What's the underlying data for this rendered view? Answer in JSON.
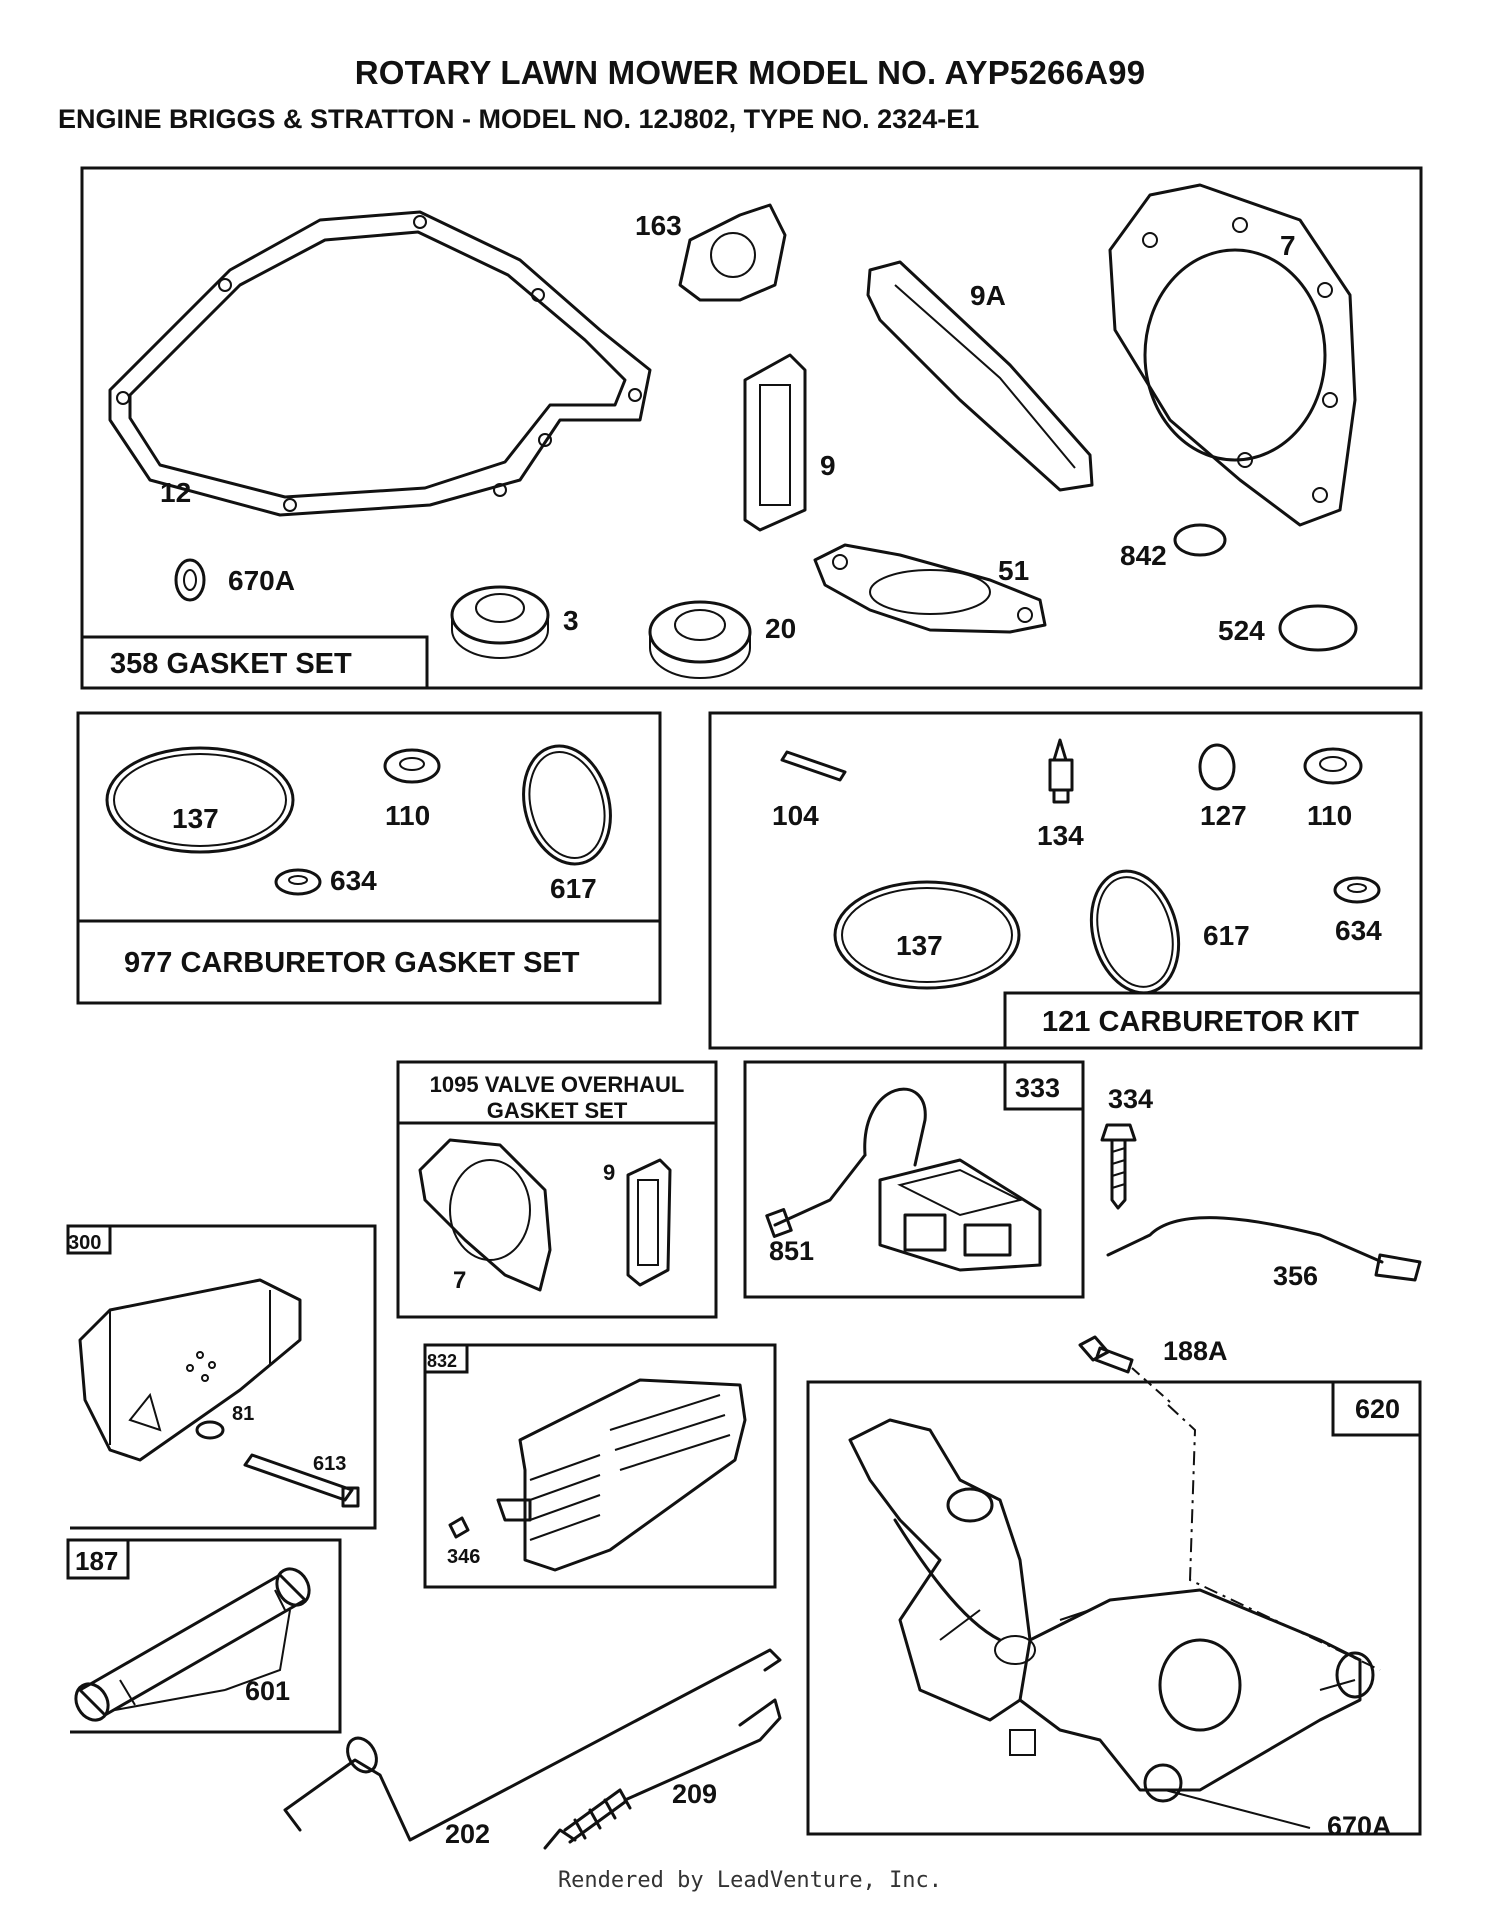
{
  "title": "ROTARY LAWN MOWER MODEL NO. AYP5266A99",
  "subtitle": "ENGINE BRIGGS & STRATTON - MODEL NO. 12J802, TYPE NO. 2324-E1",
  "footer": "Rendered by LeadVenture, Inc.",
  "kits": {
    "gasket_set": "358 GASKET SET",
    "carb_gasket_set": "977 CARBURETOR GASKET SET",
    "carb_kit": "121 CARBURETOR KIT",
    "valve_overhaul": [
      "1095 VALVE OVERHAUL",
      "GASKET SET"
    ]
  },
  "box_tags": {
    "b333": "333",
    "b300": "300",
    "b832": "832",
    "b187": "187",
    "b620": "620"
  },
  "labels": {
    "p163": "163",
    "p7": "7",
    "p9A": "9A",
    "p12": "12",
    "p9": "9",
    "p670A_top": "670A",
    "p3": "3",
    "p20": "20",
    "p51": "51",
    "p842": "842",
    "p524": "524",
    "c137": "137",
    "c110": "110",
    "c617": "617",
    "c634": "634",
    "k104": "104",
    "k134": "134",
    "k127": "127",
    "k110": "110",
    "k137": "137",
    "k617": "617",
    "k634": "634",
    "v9": "9",
    "v7": "7",
    "p851": "851",
    "p334": "334",
    "p356": "356",
    "p81": "81",
    "p613": "613",
    "p346": "346",
    "p601": "601",
    "p188A": "188A",
    "p202": "202",
    "p209": "209",
    "p670A_bottom": "670A"
  }
}
